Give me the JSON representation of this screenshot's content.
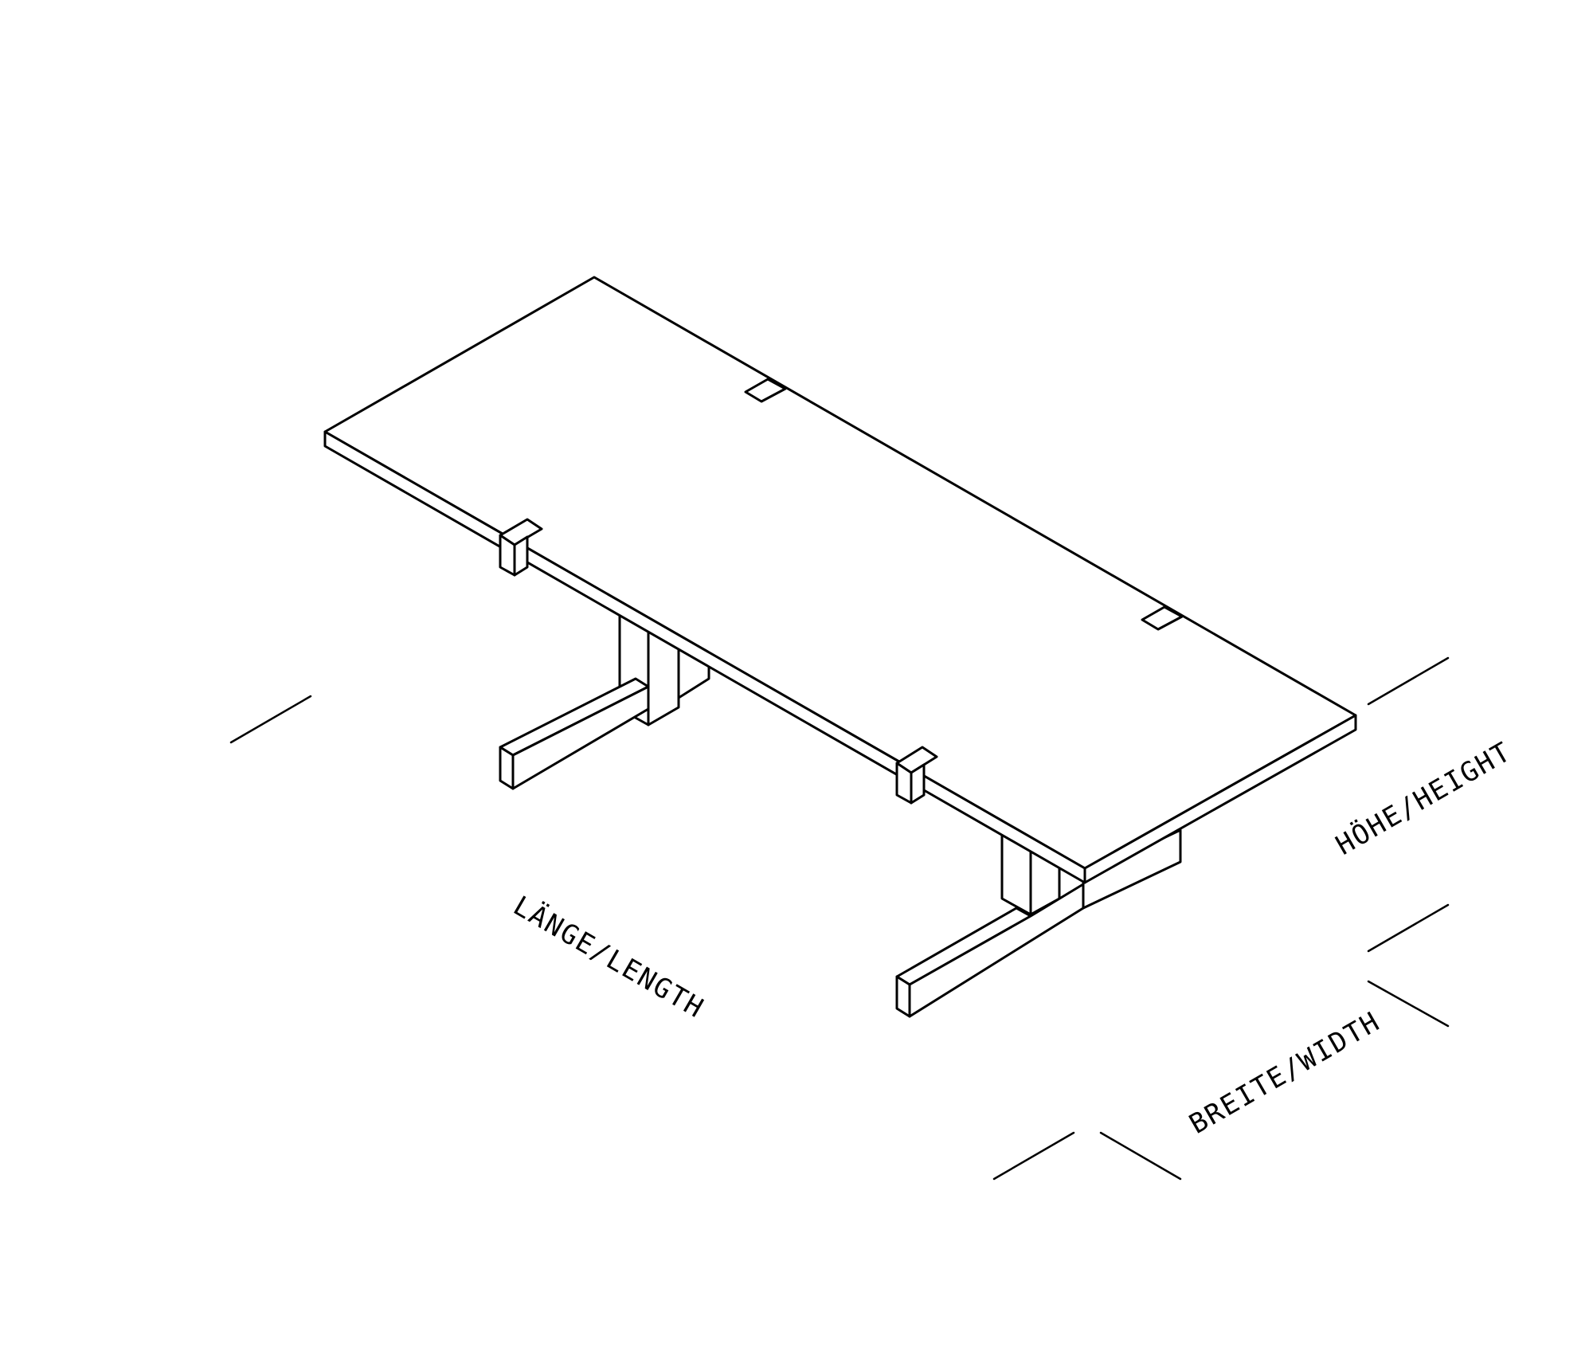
{
  "diagram": {
    "labels": {
      "length": "LÄNGE/LENGTH",
      "height": "HÖHE/HEIGHT",
      "width": "BREITE/WIDTH"
    },
    "colors": {
      "line": "#000000",
      "background": "#ffffff"
    }
  }
}
